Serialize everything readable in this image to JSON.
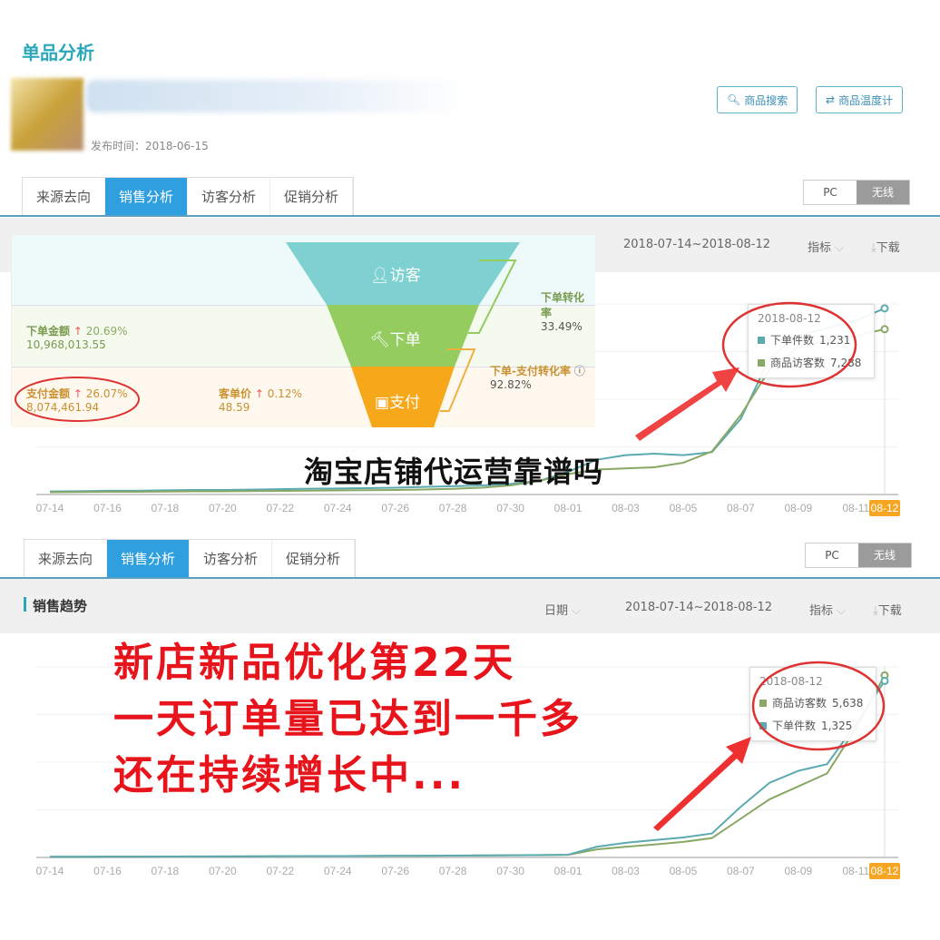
{
  "header": {
    "title": "单品分析",
    "publish_label": "发布时间：2018-06-15",
    "search_button": "商品搜索",
    "thermometer_button": "商品温度计"
  },
  "tabs": [
    "来源去向",
    "销售分析",
    "访客分析",
    "促销分析"
  ],
  "active_tab": 1,
  "device_switch": {
    "options": [
      "PC",
      "无线"
    ],
    "selected": "无线"
  },
  "panel1": {
    "date_range": "2018-07-14~2018-08-12",
    "metric_label": "指标",
    "download_label": "下载",
    "funnel": {
      "stages": [
        "访客",
        "下单",
        "支付"
      ],
      "order_amount": {
        "label": "下单金额",
        "change": "20.69%",
        "value": "10,968,013.55"
      },
      "pay_amount": {
        "label": "支付金额",
        "change": "26.07%",
        "value": "8,074,461.94"
      },
      "unit_price": {
        "label": "客单价",
        "change": "0.12%",
        "value": "48.59"
      },
      "order_rate": {
        "label": "下单转化率",
        "value": "33.49%"
      },
      "pay_rate": {
        "label": "下单-支付转化率",
        "value": "92.82%"
      }
    },
    "tooltip": {
      "date": "2018-08-12",
      "rows": [
        {
          "name": "下单件数",
          "value": "1,231"
        },
        {
          "name": "商品访客数",
          "value": "7,288"
        }
      ]
    }
  },
  "panel2": {
    "section_title": "销售趋势",
    "date_label": "日期",
    "date_range": "2018-07-14~2018-08-12",
    "metric_label": "指标",
    "download_label": "下载",
    "tooltip": {
      "date": "2018-08-12",
      "rows": [
        {
          "name": "商品访客数",
          "value": "5,638"
        },
        {
          "name": "下单件数",
          "value": "1,325"
        }
      ]
    }
  },
  "annotations": {
    "question": "淘宝店铺代运营靠谱吗",
    "headline": [
      "新店新品优化第22天",
      "一天订单量已达到一千多",
      "还在持续增长中..."
    ]
  },
  "colors": {
    "orders": "#5aaab0",
    "visitors": "#8aa865",
    "accent": "#2f9fe0",
    "highlight": "#f5a623",
    "annotation": "#e8141b"
  },
  "chart_data": [
    {
      "type": "line",
      "x_ticks": [
        "07-14",
        "07-16",
        "07-18",
        "07-20",
        "07-22",
        "07-24",
        "07-26",
        "07-28",
        "07-30",
        "08-01",
        "08-03",
        "08-05",
        "08-07",
        "08-09",
        "08-11",
        "08-12"
      ],
      "series": [
        {
          "name": "下单件数",
          "color": "#5aaab0",
          "ylim": [
            0,
            1260
          ],
          "values": [
            20,
            22,
            25,
            25,
            28,
            30,
            30,
            32,
            35,
            38,
            40,
            42,
            45,
            50,
            55,
            60,
            70,
            90,
            150,
            230,
            260,
            270,
            260,
            280,
            500,
            900,
            1050,
            1100,
            1150,
            1231
          ]
        },
        {
          "name": "商品访客数",
          "color": "#8aa865",
          "ylim": [
            0,
            8400
          ],
          "values": [
            100,
            110,
            120,
            120,
            130,
            140,
            140,
            150,
            160,
            170,
            180,
            190,
            200,
            220,
            250,
            300,
            400,
            600,
            900,
            1100,
            1150,
            1200,
            1400,
            1900,
            3500,
            5500,
            6500,
            6800,
            7000,
            7288
          ]
        }
      ]
    },
    {
      "type": "line",
      "x_ticks": [
        "07-14",
        "07-16",
        "07-18",
        "07-20",
        "07-22",
        "07-24",
        "07-26",
        "07-28",
        "07-30",
        "08-01",
        "08-03",
        "08-05",
        "08-07",
        "08-09",
        "08-11",
        "08-12"
      ],
      "series": [
        {
          "name": "商品访客数",
          "color": "#8aa865",
          "ylim": [
            0,
            5900
          ],
          "values": [
            20,
            22,
            25,
            25,
            28,
            30,
            32,
            35,
            38,
            40,
            42,
            45,
            48,
            50,
            55,
            60,
            65,
            70,
            80,
            250,
            330,
            400,
            480,
            600,
            1200,
            1800,
            2200,
            2600,
            4000,
            5638
          ]
        },
        {
          "name": "下单件数",
          "color": "#5aaab0",
          "ylim": [
            0,
            1430
          ],
          "values": [
            5,
            5,
            6,
            6,
            7,
            7,
            8,
            8,
            9,
            10,
            10,
            11,
            12,
            13,
            14,
            15,
            16,
            18,
            20,
            80,
            110,
            130,
            150,
            180,
            380,
            560,
            650,
            700,
            1000,
            1325
          ]
        }
      ]
    }
  ]
}
